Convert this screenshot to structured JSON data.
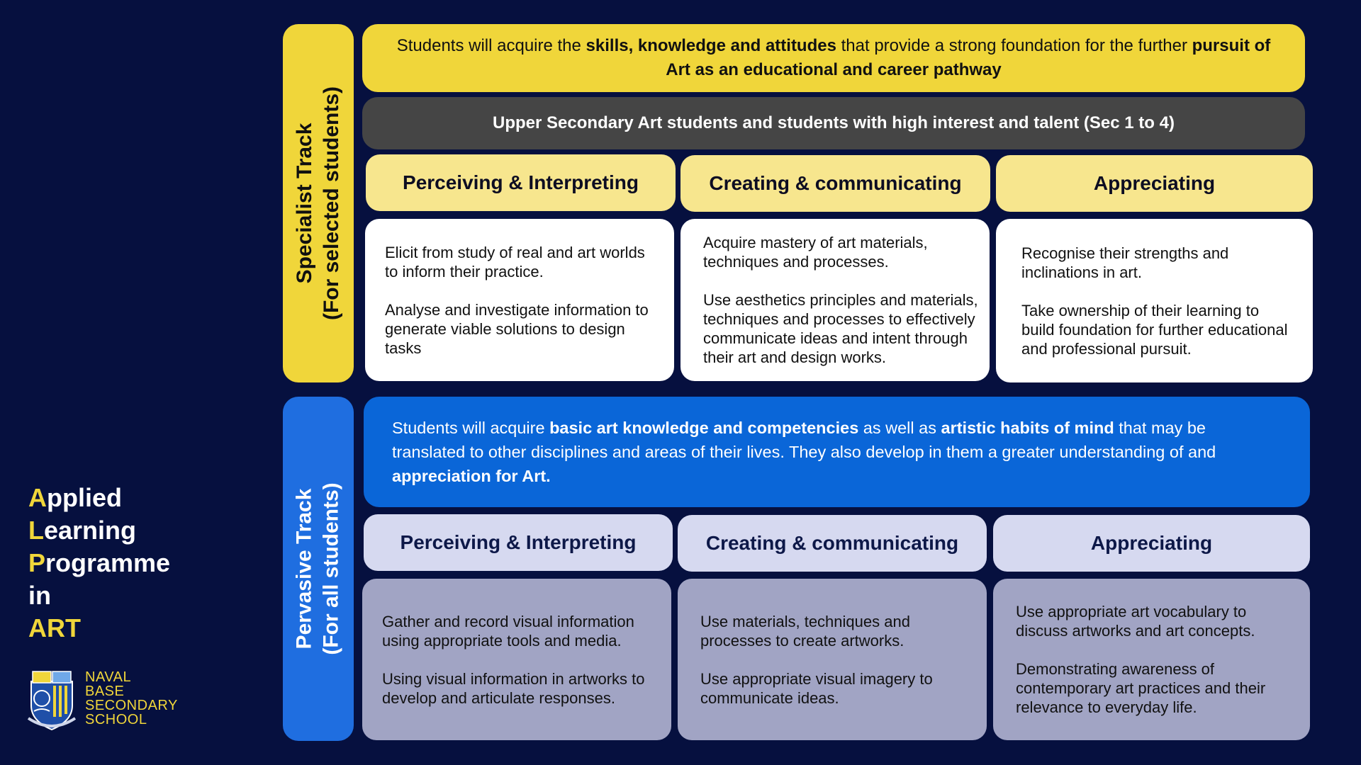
{
  "title": {
    "line1_initial": "A",
    "line1_rest": "pplied",
    "line2_initial": "L",
    "line2_rest": "earning",
    "line3_initial": "P",
    "line3_rest": "rogramme",
    "line4": "in",
    "line5": "ART"
  },
  "school": {
    "name_lines": [
      "NAVAL",
      "BASE",
      "SECONDARY",
      "SCHOOL"
    ]
  },
  "specialist": {
    "track_line1": "Specialist Track",
    "track_line2": "(For selected students)",
    "banner": {
      "pre": "Students will acquire the ",
      "bold1": "skills, knowledge and attitudes",
      "mid": " that provide a strong foundation for the further ",
      "bold2": "pursuit of Art as an educational and career pathway"
    },
    "audience": "Upper Secondary Art students and students with high interest and talent (Sec 1 to 4)",
    "columns": [
      {
        "header": "Perceiving & Interpreting",
        "points": [
          "Elicit from study of real and art worlds to inform their practice.",
          "Analyse and investigate information to generate viable solutions to design tasks"
        ]
      },
      {
        "header": "Creating & communicating",
        "points": [
          "Acquire mastery of art materials, techniques and processes.",
          "Use aesthetics principles and materials, techniques and processes to effectively communicate ideas and intent through their art and design works."
        ]
      },
      {
        "header": "Appreciating",
        "points": [
          "Recognise their strengths and inclinations in art.",
          "Take ownership of their learning to build foundation for further educational and professional pursuit."
        ]
      }
    ]
  },
  "pervasive": {
    "track_line1": "Pervasive Track",
    "track_line2": "(For all students)",
    "banner": {
      "pre": "Students will acquire ",
      "bold1": "basic art knowledge and competencies",
      "mid1": " as well as ",
      "bold2": "artistic habits of mind",
      "mid2": " that may be translated to other disciplines and areas of their lives. They also develop in them a greater understanding of and ",
      "bold3": "appreciation for Art."
    },
    "columns": [
      {
        "header": "Perceiving & Interpreting",
        "points": [
          "Gather and record visual information using appropriate tools and media.",
          "Using visual information in artworks to develop and articulate responses."
        ]
      },
      {
        "header": "Creating & communicating",
        "points": [
          "Use materials, techniques and processes to create artworks.",
          "Use appropriate visual imagery to communicate ideas."
        ]
      },
      {
        "header": "Appreciating",
        "points": [
          "Use appropriate art vocabulary to discuss artworks and art concepts.",
          "Demonstrating awareness of contemporary art practices and their relevance to everyday life."
        ]
      }
    ]
  },
  "colors": {
    "background": "#06103f",
    "yellow": "#f0d63a",
    "light_yellow": "#f7e68e",
    "dark_grey": "#454545",
    "blue": "#0a66d8",
    "lavender": "#d6d9f0",
    "grey_lavender": "#a1a4c4"
  }
}
